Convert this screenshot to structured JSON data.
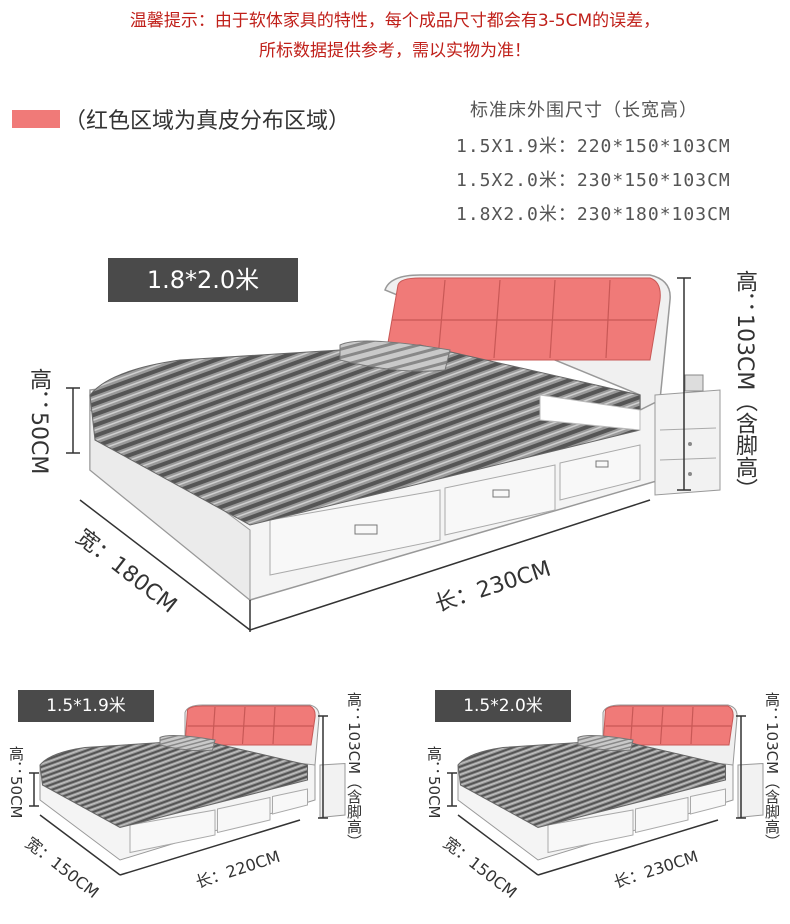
{
  "notice": {
    "line1": "温馨提示：由于软体家具的特性，每个成品尺寸都会有3-5CM的误差，",
    "line2": "所标数据提供参考，需以实物为准！"
  },
  "legend": {
    "text": "（红色区域为真皮分布区域）",
    "color": "#f07a78"
  },
  "specs": {
    "title": "标准床外围尺寸（长宽高）",
    "rows": [
      "1.5X1.9米：220*150*103CM",
      "1.5X2.0米：230*150*103CM",
      "1.8X2.0米：230*180*103CM"
    ]
  },
  "beds": [
    {
      "size_label": "1.8*2.0米",
      "height_left": "高：50CM",
      "height_right": "高：103CM（含脚高）",
      "width": "宽：180CM",
      "length": "长：230CM"
    },
    {
      "size_label": "1.5*1.9米",
      "height_left": "高：50CM",
      "height_right": "高：103CM（含脚高）",
      "width": "宽：150CM",
      "length": "长：220CM"
    },
    {
      "size_label": "1.5*2.0米",
      "height_left": "高：50CM",
      "height_right": "高：103CM（含脚高）",
      "width": "宽：150CM",
      "length": "长：230CM"
    }
  ],
  "colors": {
    "leather": "#f07a78",
    "label_bg": "#4a4a4a",
    "notice": "#c0201a"
  }
}
